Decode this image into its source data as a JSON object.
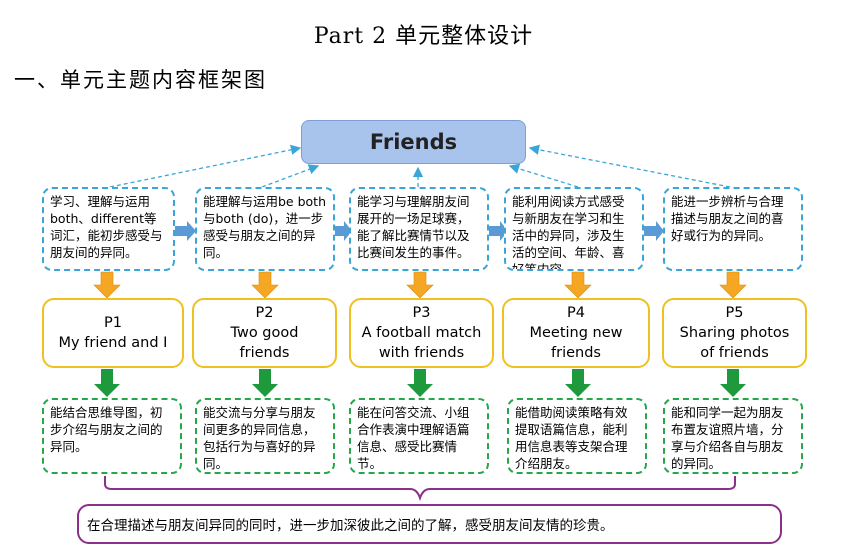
{
  "header": {
    "title": "Part 2 单元整体设计",
    "subtitle": "一、单元主题内容框架图"
  },
  "diagram": {
    "root": "Friends",
    "goals": [
      "学习、理解与运用both、different等词汇，能初步感受与朋友间的异同。",
      "能理解与运用be both与both (do)，进一步感受与朋友之间的异同。",
      "能学习与理解朋友间展开的一场足球赛，能了解比赛情节以及比赛间发生的事件。",
      "能利用阅读方式感受与新朋友在学习和生活中的异同，涉及生活的空间、年龄、喜好等内容。",
      "能进一步辨析与合理描述与朋友之间的喜好或行为的异同。"
    ],
    "periods": [
      {
        "code": "P1",
        "name": "My friend and I"
      },
      {
        "code": "P2",
        "name": "Two good friends"
      },
      {
        "code": "P3",
        "name": "A football match with friends"
      },
      {
        "code": "P4",
        "name": "Meeting new friends"
      },
      {
        "code": "P5",
        "name": "Sharing photos of friends"
      }
    ],
    "outcomes": [
      "能结合思维导图，初步介绍与朋友之间的异同。",
      "能交流与分享与朋友间更多的异同信息，包括行为与喜好的异同。",
      "能在问答交流、小组合作表演中理解语篇信息、感受比赛情节。",
      "能借助阅读策略有效提取语篇信息，能利用信息表等支架合理介绍朋友。",
      "能和同学一起为朋友布置友谊照片墙，分享与介绍各自与朋友的异同。"
    ],
    "summary": "在合理描述与朋友间异同的同时，进一步加深彼此之间的了解，感受朋友间友情的珍贵。",
    "colors": {
      "root_fill": "#a9c4ec",
      "goal_border": "#3aa6d8",
      "period_border": "#f0c020",
      "outcome_border": "#25a84a",
      "summary_border": "#8a2f8a",
      "orange_arrow": "#f5a623",
      "green_arrow": "#1e9a3c",
      "blue_arrow": "#5b9bd5"
    }
  }
}
